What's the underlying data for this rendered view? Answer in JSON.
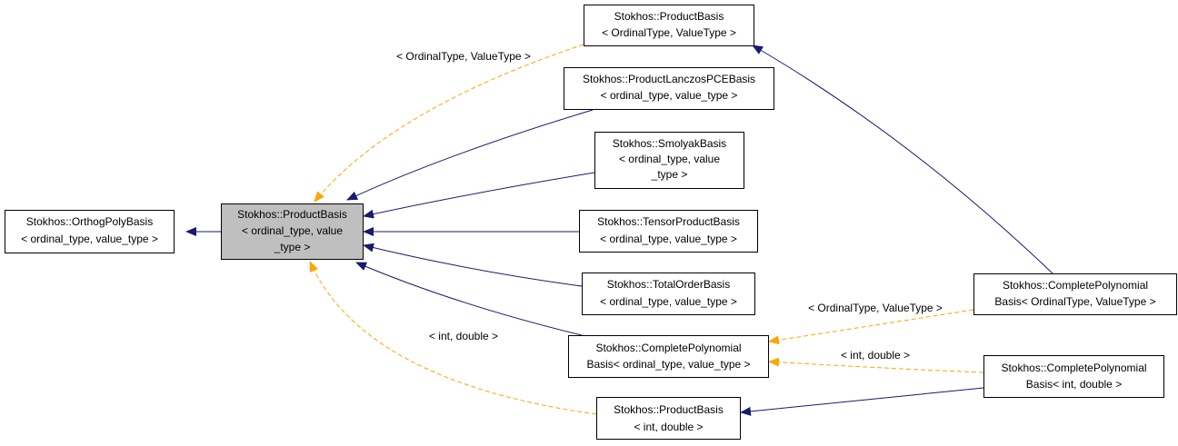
{
  "colors": {
    "inherit_edge": "#191970",
    "template_edge": "#ffa500",
    "focus_fill": "#bfbfbf",
    "node_fill": "#ffffff",
    "border": "#000000"
  },
  "nodes": {
    "orthog_poly_basis": [
      "Stokhos::OrthogPolyBasis",
      "< ordinal_type, value_type >"
    ],
    "product_basis_main": [
      "Stokhos::ProductBasis",
      "< ordinal_type, value",
      "_type >"
    ],
    "product_basis_generic": [
      "Stokhos::ProductBasis",
      "< OrdinalType, ValueType >"
    ],
    "product_lanczos_pce_basis": [
      "Stokhos::ProductLanczosPCEBasis",
      "< ordinal_type, value_type >"
    ],
    "smolyak_basis": [
      "Stokhos::SmolyakBasis",
      "< ordinal_type, value",
      "_type >"
    ],
    "tensor_product_basis": [
      "Stokhos::TensorProductBasis",
      "< ordinal_type, value_type >"
    ],
    "total_order_basis": [
      "Stokhos::TotalOrderBasis",
      "< ordinal_type, value_type >"
    ],
    "complete_polynomial_basis_ov": [
      "Stokhos::CompletePolynomial",
      "Basis< ordinal_type, value_type >"
    ],
    "product_basis_int_double": [
      "Stokhos::ProductBasis",
      "< int, double >"
    ],
    "complete_polynomial_basis_generic": [
      "Stokhos::CompletePolynomial",
      "Basis< OrdinalType, ValueType >"
    ],
    "complete_polynomial_basis_int_double": [
      "Stokhos::CompletePolynomial",
      "Basis< int, double >"
    ]
  },
  "edge_labels": {
    "main_from_generic": "< OrdinalType, ValueType >",
    "main_from_int_double": "< int, double >",
    "ov_from_generic": "< OrdinalType, ValueType >",
    "ov_from_int_double": "< int, double >"
  }
}
